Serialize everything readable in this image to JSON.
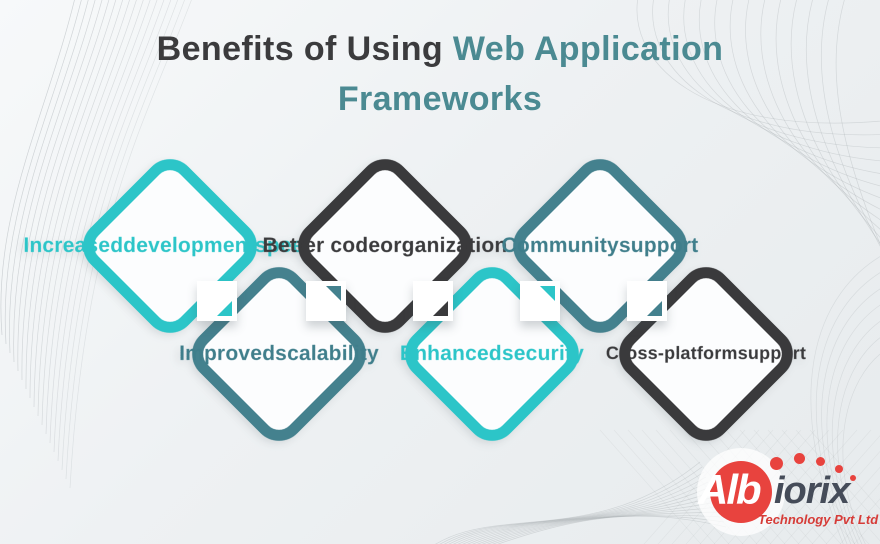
{
  "title": {
    "line1_dark": "Benefits of Using",
    "line1_teal": "Web Application",
    "line2_teal": "Frameworks"
  },
  "diamonds": [
    {
      "id": "increased-development-speed",
      "variant": "teal-bright",
      "lines": [
        "Increased",
        "development",
        "speed"
      ]
    },
    {
      "id": "improved-scalability",
      "variant": "teal-dark",
      "lines": [
        "Improved",
        "scalability"
      ]
    },
    {
      "id": "better-code-organization",
      "variant": "dark",
      "lines": [
        "Better code",
        "organization"
      ]
    },
    {
      "id": "enhanced-security",
      "variant": "teal-bright",
      "lines": [
        "Enhanced",
        "security"
      ]
    },
    {
      "id": "community-support",
      "variant": "teal-dark",
      "lines": [
        "Community",
        "support"
      ]
    },
    {
      "id": "cross-platform-support",
      "variant": "dark",
      "lines": [
        "Cross-platform",
        "support"
      ]
    }
  ],
  "logo": {
    "circle_text": "Alb",
    "name_rest": "iorix",
    "tagline": "Technology Pvt Ltd"
  },
  "colors": {
    "teal_bright": "#2cc5c8",
    "teal_dark": "#44818e",
    "dark_gray": "#3a3a3c",
    "title_teal": "#4b8a92",
    "title_dark": "#3b3b3d",
    "logo_red": "#e8433e",
    "logo_slate": "#454c59"
  }
}
